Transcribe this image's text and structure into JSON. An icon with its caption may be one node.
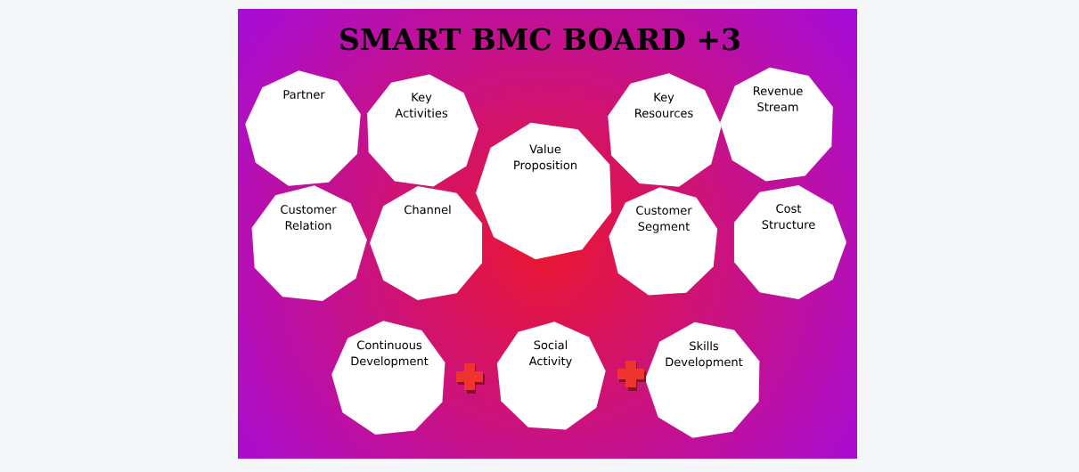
{
  "diagram": {
    "title": "SMART BMC BOARD +3",
    "nodes": [
      {
        "text": [
          "Partner"
        ]
      },
      {
        "text": [
          "Key Activities"
        ]
      },
      {
        "text": [
          "Value Proposition"
        ]
      },
      {
        "text": [
          "Key Resources"
        ]
      },
      {
        "text": [
          "Revenue Stream"
        ]
      },
      {
        "text": [
          "Customer Relation"
        ]
      },
      {
        "text": [
          "Channel"
        ]
      },
      {
        "text": [
          "Customer Segment"
        ]
      },
      {
        "text": [
          "Cost Structure"
        ]
      },
      {
        "text": [
          "Continuous Development"
        ]
      },
      {
        "text": [
          "Social Activity"
        ]
      },
      {
        "text": [
          "Skills Development"
        ]
      }
    ]
  }
}
